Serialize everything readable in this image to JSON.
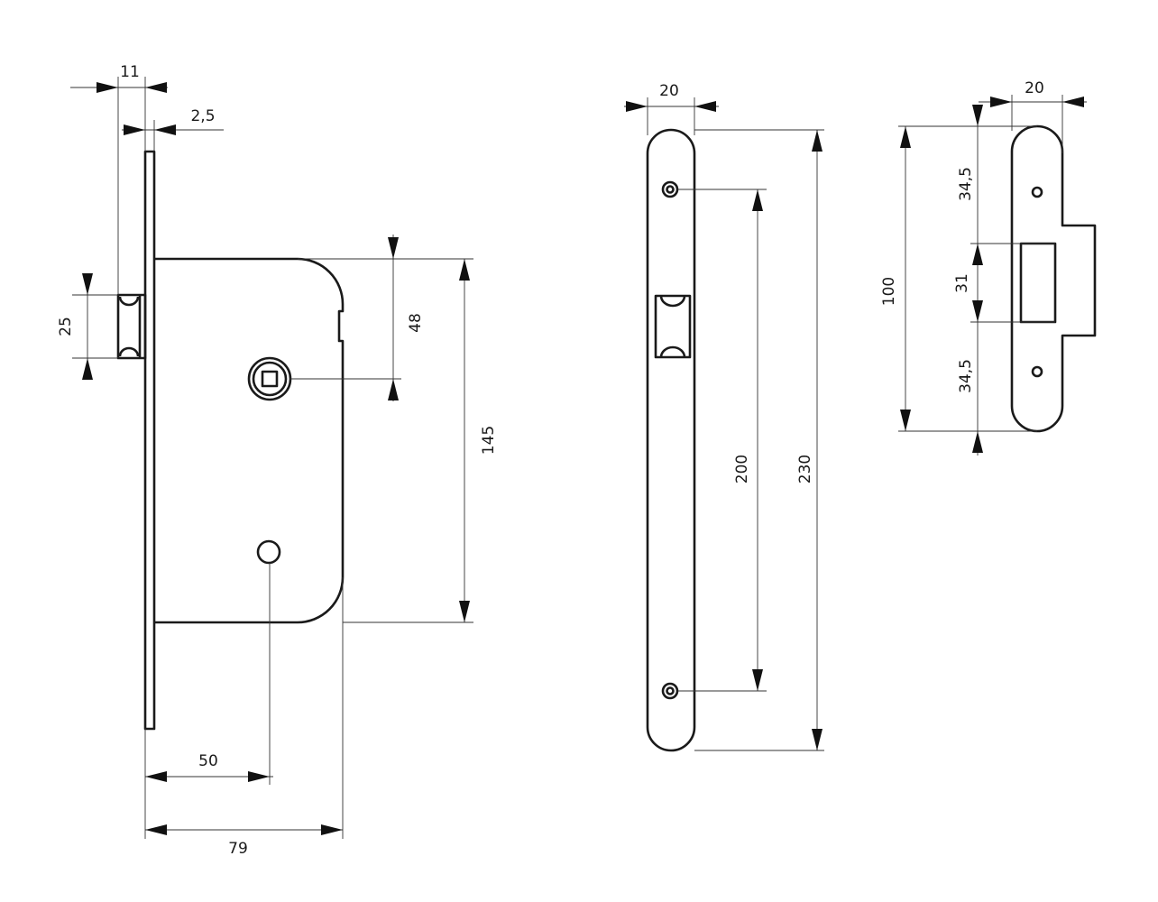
{
  "mortise_lock": {
    "dims": {
      "bolt_projection": "11",
      "faceplate_thickness": "2,5",
      "latch_height": "25",
      "spindle_offset": "48",
      "body_height": "145",
      "backset": "50",
      "body_depth": "79"
    }
  },
  "faceplate": {
    "dims": {
      "width": "20",
      "screw_spacing": "200",
      "length": "230"
    }
  },
  "strike_plate": {
    "dims": {
      "width": "20",
      "length": "100",
      "upper_section": "34,5",
      "opening": "31",
      "lower_section": "34,5"
    }
  },
  "colors": {
    "line": "#1a1a1a",
    "background": "#ffffff"
  }
}
